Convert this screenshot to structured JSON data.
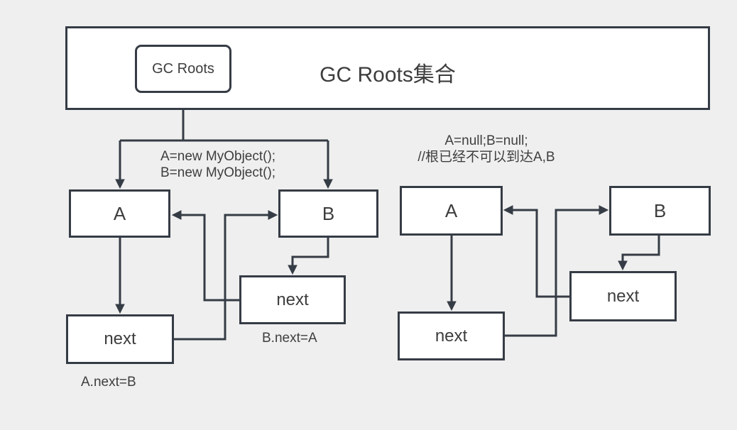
{
  "canvas": {
    "background_color": "#efefef",
    "line_color": "#363c45",
    "box_fill_color": "#ffffff",
    "text_color": "#3d3d3d"
  },
  "gc_container": {
    "title": "GC Roots集合",
    "root_label": "GC Roots"
  },
  "left_diagram": {
    "code": {
      "line1": "A=new MyObject();",
      "line2": "B=new MyObject();"
    },
    "nodes": {
      "a": "A",
      "b": "B",
      "a_next": "next",
      "b_next": "next"
    },
    "labels": {
      "a_next_assignment": "A.next=B",
      "b_next_assignment": "B.next=A"
    }
  },
  "right_diagram": {
    "code": {
      "line1": "A=null;B=null;",
      "line2": "//根已经不可以到达A,B"
    },
    "nodes": {
      "a": "A",
      "b": "B",
      "a_next": "next",
      "b_next": "next"
    }
  }
}
